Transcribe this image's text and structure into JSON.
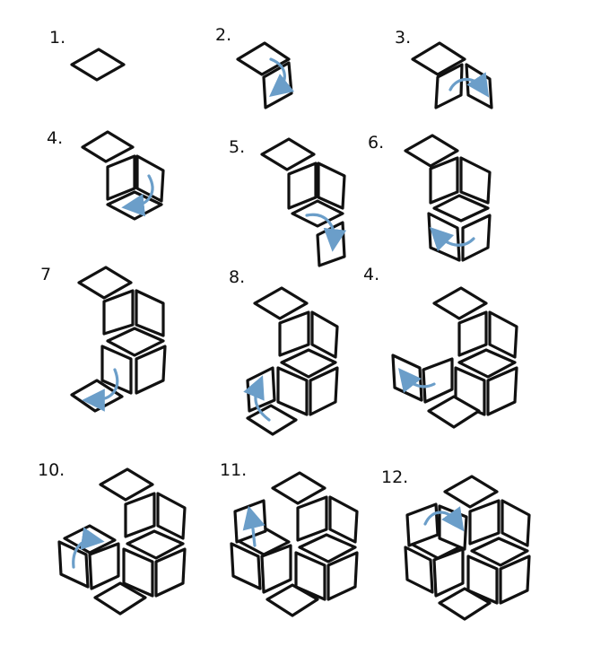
{
  "steps": [
    {
      "label": "1."
    },
    {
      "label": "2."
    },
    {
      "label": "3."
    },
    {
      "label": "4."
    },
    {
      "label": "5."
    },
    {
      "label": "6."
    },
    {
      "label": "7"
    },
    {
      "label": "8."
    },
    {
      "label": "4."
    },
    {
      "label": "10."
    },
    {
      "label": "11."
    },
    {
      "label": "12."
    }
  ],
  "colors": {
    "outline": "#111111",
    "arrow": "#6b9ec9",
    "tile_red": "#d9928f",
    "tile_yellow": "#f2e09c",
    "tile_teal": "#9fd6c8"
  }
}
